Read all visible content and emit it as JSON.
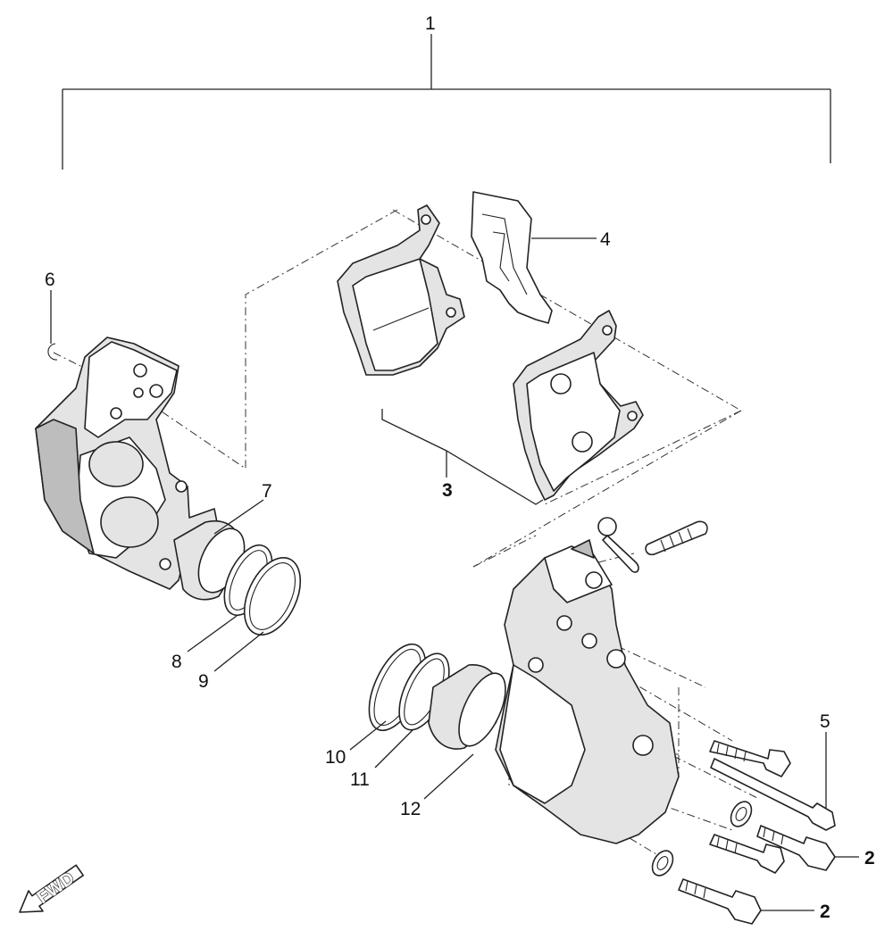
{
  "callouts": {
    "c1": "1",
    "c2a": "2",
    "c2b": "2",
    "c3": "3",
    "c4": "4",
    "c5": "5",
    "c6": "6",
    "c7": "7",
    "c8": "8",
    "c9": "9",
    "c10": "10",
    "c11": "11",
    "c12": "12"
  },
  "fwd_label": "FWD"
}
